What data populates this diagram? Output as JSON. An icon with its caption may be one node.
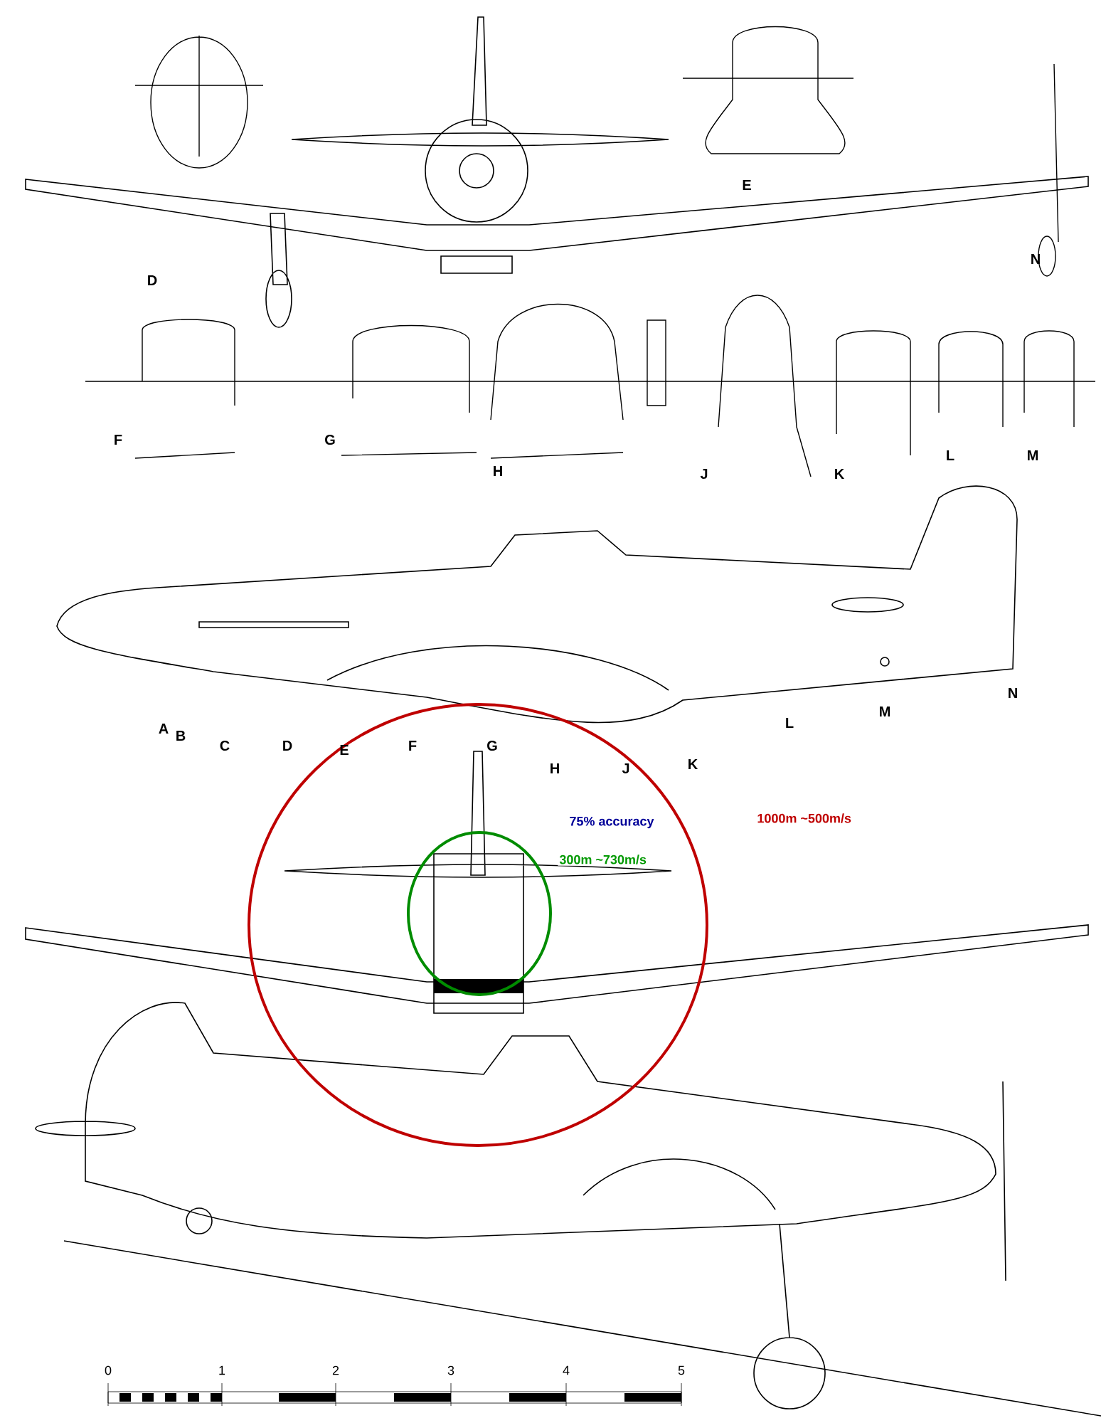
{
  "diagram": {
    "nodes": [
      {
        "text": [
          "1000m  ~500m/s"
        ]
      },
      {
        "text": [
          "300m ~730m/s"
        ],
        "in": 0
      }
    ],
    "labels": [
      "D",
      "E",
      "N",
      "F",
      "G",
      "H",
      "J",
      "K",
      "L",
      "M",
      "A",
      "B",
      "C",
      "D",
      "E",
      "F",
      "G",
      "H",
      "J",
      "K",
      "L",
      "M",
      "N",
      "75% accuracy",
      "0",
      "1",
      "2",
      "3",
      "4",
      "5"
    ]
  }
}
